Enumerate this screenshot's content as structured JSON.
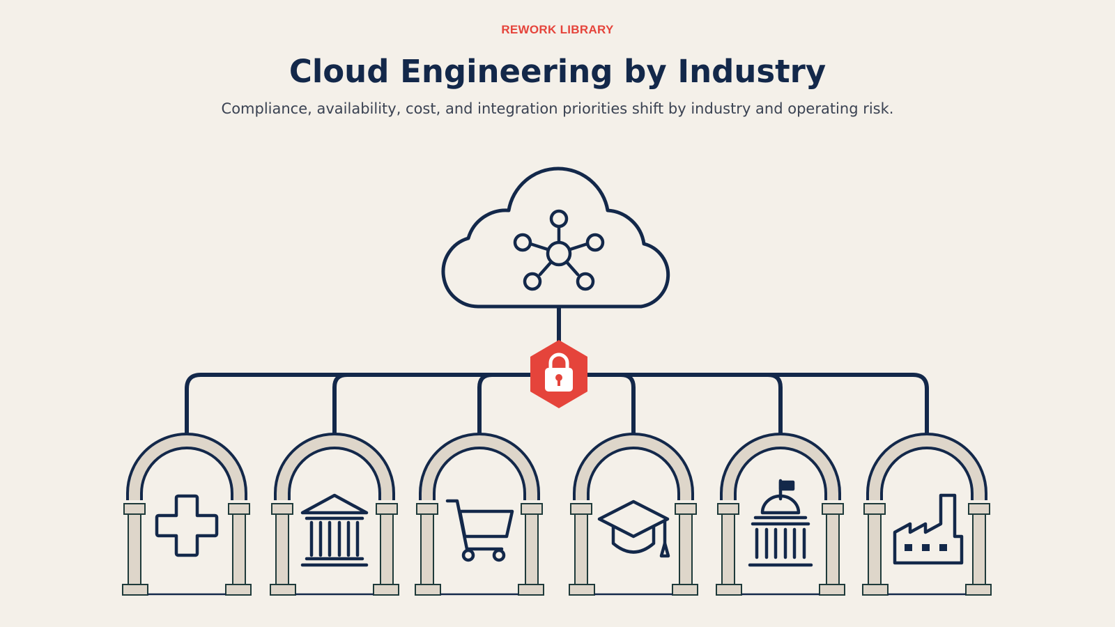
{
  "header": {
    "eyebrow": "REWORK LIBRARY",
    "title": "Cloud Engineering by Industry",
    "subtitle": "Compliance, availability, cost, and integration priorities shift by industry and operating risk."
  },
  "colors": {
    "background": "#f4f0e9",
    "navy": "#13284a",
    "accent_red": "#e5443b",
    "pillar_fill": "#ded6ca"
  },
  "diagram": {
    "hub_icon": "network-hub-icon",
    "security_icon": "padlock-icon",
    "industries": [
      {
        "id": "healthcare",
        "icon": "medical-cross-icon"
      },
      {
        "id": "finance",
        "icon": "bank-icon"
      },
      {
        "id": "retail",
        "icon": "shopping-cart-icon"
      },
      {
        "id": "education",
        "icon": "graduation-cap-icon"
      },
      {
        "id": "government",
        "icon": "capitol-building-icon"
      },
      {
        "id": "manufacturing",
        "icon": "factory-icon"
      }
    ]
  }
}
